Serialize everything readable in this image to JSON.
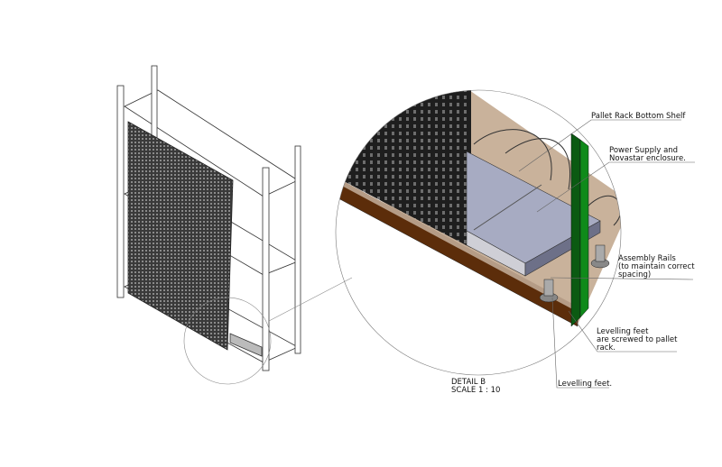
{
  "callouts": {
    "bottom_shelf": "Pallet Rack  Bottom Shelf",
    "power_supply_1": "Power Supply and",
    "power_supply_2": "Novastar enclosure.",
    "rails_1": "Assembly Rails",
    "rails_2": "(to maintain correct",
    "rails_3": "spacing)",
    "screwed_1": "Levelling feet",
    "screwed_2": "are screwed to pallet",
    "screwed_3": "rack.",
    "levelling_feet": "Levelling feet."
  },
  "detail": {
    "title": "DETAIL B",
    "scale": "SCALE 1 : 10"
  },
  "colors": {
    "shelf": "#c9b29b",
    "beam": "#5c2d0a",
    "rail_dark": "#0b5a12",
    "rail_light": "#0f8a1a",
    "enclosure": "#a7abc2",
    "mesh": "#2a2a2a"
  }
}
